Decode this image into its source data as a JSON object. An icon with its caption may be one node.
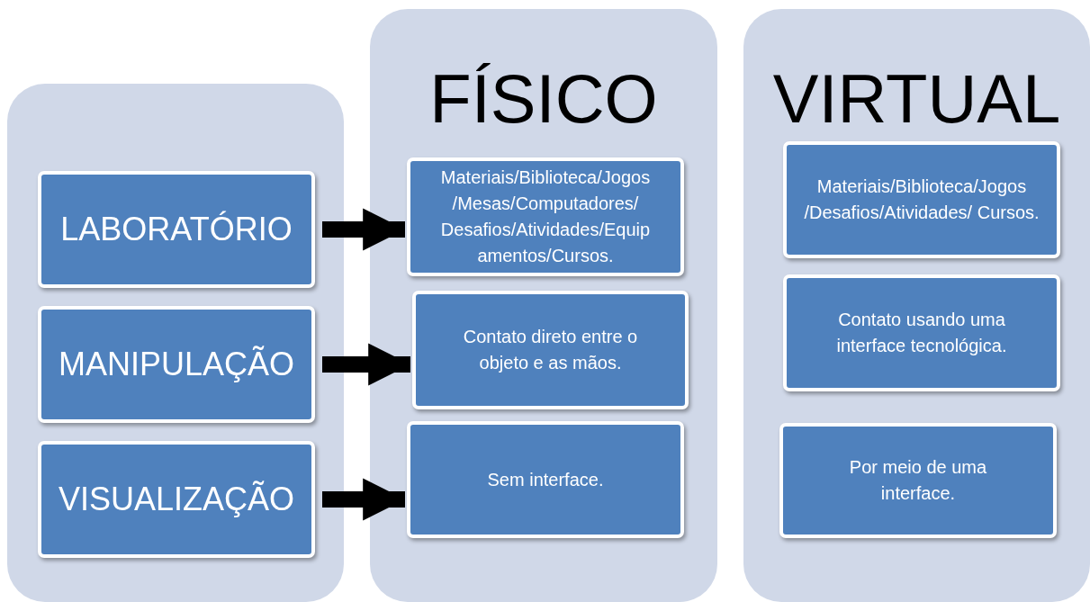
{
  "diagram": {
    "nodes": [
      {
        "text": [],
        "shape": "box"
      },
      {
        "text": [
          "LABORATÓRIO"
        ],
        "in": 0
      },
      {
        "text": [
          "MANIPULAÇÃO"
        ],
        "in": 0
      },
      {
        "text": [
          "VISUALIZAÇÃO"
        ],
        "in": 0
      },
      {
        "text": [
          "FÍSICO"
        ]
      },
      {
        "text": [
          "Materiais/Biblioteca/Jogos /Mesas/Computadores/ Desafios/Atividades/Equip amentos/Cursos."
        ],
        "in": 4
      },
      {
        "text": [
          "Contato direto entre o objeto e as mãos."
        ],
        "in": 4
      },
      {
        "text": [
          "Sem interface."
        ],
        "in": 4
      },
      {
        "text": [
          "VIRTUAL"
        ]
      },
      {
        "text": [
          "Materiais/Biblioteca/Jogos /Desafios/Atividades/ Cursos."
        ],
        "in": 8
      },
      {
        "text": [
          "Contato usando uma interface tecnológica."
        ],
        "in": 8
      },
      {
        "text": [
          "Por meio de uma interface."
        ],
        "in": 8
      }
    ],
    "edges": [
      {
        "from": 1,
        "to": 5,
        "arrow": "to"
      },
      {
        "from": 2,
        "to": 6,
        "arrow": "to"
      },
      {
        "from": 3,
        "to": 7,
        "arrow": "to"
      }
    ]
  }
}
